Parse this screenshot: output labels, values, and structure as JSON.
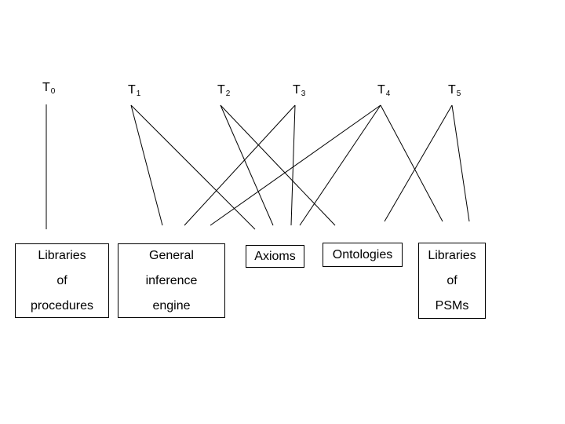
{
  "diagram": {
    "time_labels": [
      {
        "id": "t0",
        "letter": "T",
        "sub": "0"
      },
      {
        "id": "t1",
        "letter": "T",
        "sub": "1"
      },
      {
        "id": "t2",
        "letter": "T",
        "sub": "2"
      },
      {
        "id": "t3",
        "letter": "T",
        "sub": "3"
      },
      {
        "id": "t4",
        "letter": "T",
        "sub": "4"
      },
      {
        "id": "t5",
        "letter": "T",
        "sub": "5"
      }
    ],
    "boxes": [
      {
        "id": "libraries-of-procedures",
        "lines": [
          "Libraries",
          "of",
          "procedures"
        ]
      },
      {
        "id": "general-inference-engine",
        "lines": [
          "General",
          "inference",
          "engine"
        ]
      },
      {
        "id": "axioms",
        "lines": [
          "Axioms"
        ]
      },
      {
        "id": "ontologies",
        "lines": [
          "Ontologies"
        ]
      },
      {
        "id": "libraries-of-psms",
        "lines": [
          "Libraries",
          "of",
          "PSMs"
        ]
      }
    ]
  }
}
